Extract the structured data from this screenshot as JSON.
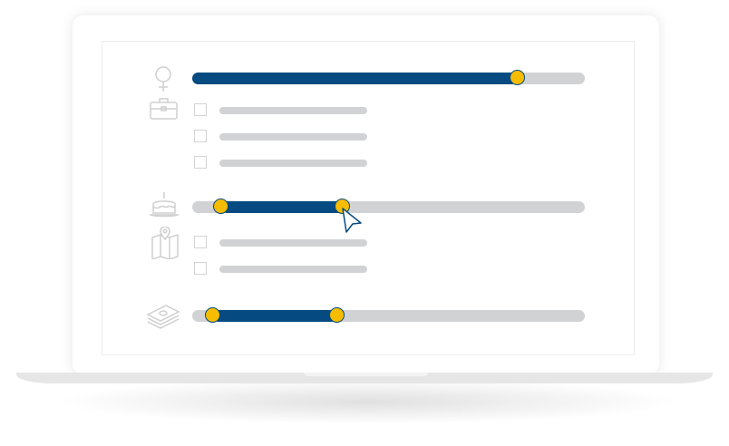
{
  "colors": {
    "accent": "#054a80",
    "thumb": "#f6bd00",
    "track": "#d1d2d4",
    "icon": "#cfcfcf"
  },
  "filters": [
    {
      "icon": "female-icon",
      "type": "slider",
      "value": 0.83
    },
    {
      "icon": "briefcase-icon",
      "type": "checklist",
      "checkboxes": [
        false,
        false,
        false
      ]
    },
    {
      "icon": "birthday-cake-icon",
      "type": "range",
      "range": [
        0.074,
        0.383
      ]
    },
    {
      "icon": "map-pin-icon",
      "type": "checklist",
      "checkboxes": [
        false,
        false
      ]
    },
    {
      "icon": "money-stack-icon",
      "type": "range",
      "range": [
        0.053,
        0.37
      ]
    }
  ],
  "cursor": "pointer-arrow-icon"
}
